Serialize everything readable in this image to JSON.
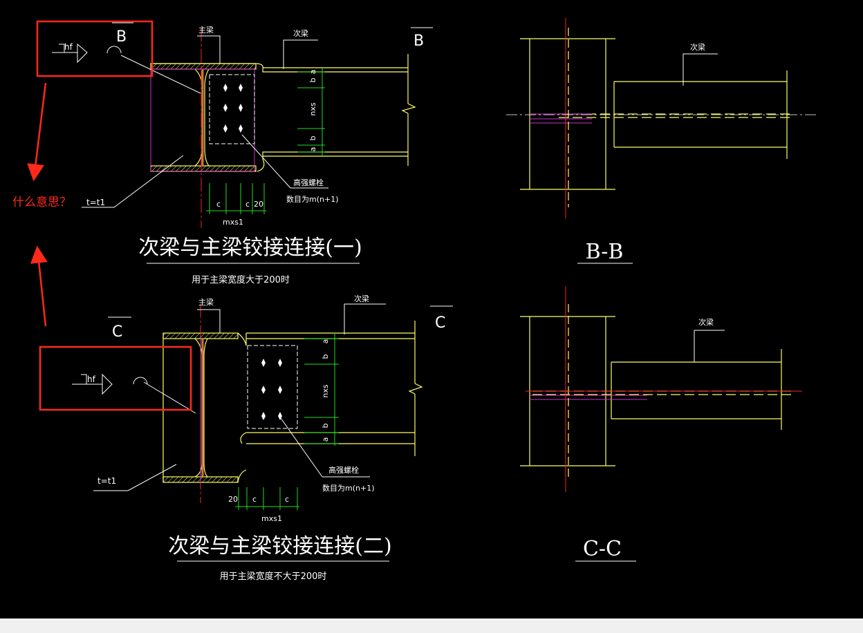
{
  "colors": {
    "background": "#000000",
    "beam": "#ffff66",
    "plate": "#cc33cc",
    "axis": "#ff2222",
    "dimension": "#22dd22",
    "text": "#ffffff",
    "annotation": "#ff2a1a",
    "footer": "#f0f0f0"
  },
  "annotation": {
    "question": "什么意思？"
  },
  "detail1": {
    "section_mark": "B",
    "main_beam_label": "主梁",
    "secondary_beam_label": "次梁",
    "weld_symbol": "hf",
    "plate_label": "t=t1",
    "bolt_label": "高强螺栓",
    "bolt_count": "数目为m(n+1)",
    "dim_a": "a",
    "dim_b1": "b",
    "dim_nxs": "nxs",
    "dim_b2": "b",
    "dim_a2": "a",
    "dim_c1": "c",
    "dim_c2": "c",
    "dim_20": "20",
    "dim_mxs1": "mxs1",
    "title": "次梁与主梁铰接连接(一)",
    "subtitle": "用于主梁宽度大于200时"
  },
  "detail2": {
    "section_mark": "C",
    "main_beam_label": "主梁",
    "secondary_beam_label": "次梁",
    "weld_symbol": "hf",
    "plate_label": "t=t1",
    "bolt_label": "高强螺栓",
    "bolt_count": "数目为m(n+1)",
    "dim_a": "a",
    "dim_b1": "b",
    "dim_nxs": "nxs",
    "dim_b2": "b",
    "dim_a2": "a",
    "dim_20": "20",
    "dim_c1": "c",
    "dim_c2": "c",
    "dim_mxs1": "mxs1",
    "title": "次梁与主梁铰接连接(二)",
    "subtitle": "用于主梁宽度不大于200时"
  },
  "section_bb": {
    "label": "次梁",
    "title": "B-B"
  },
  "section_cc": {
    "label": "次梁",
    "title": "C-C"
  }
}
